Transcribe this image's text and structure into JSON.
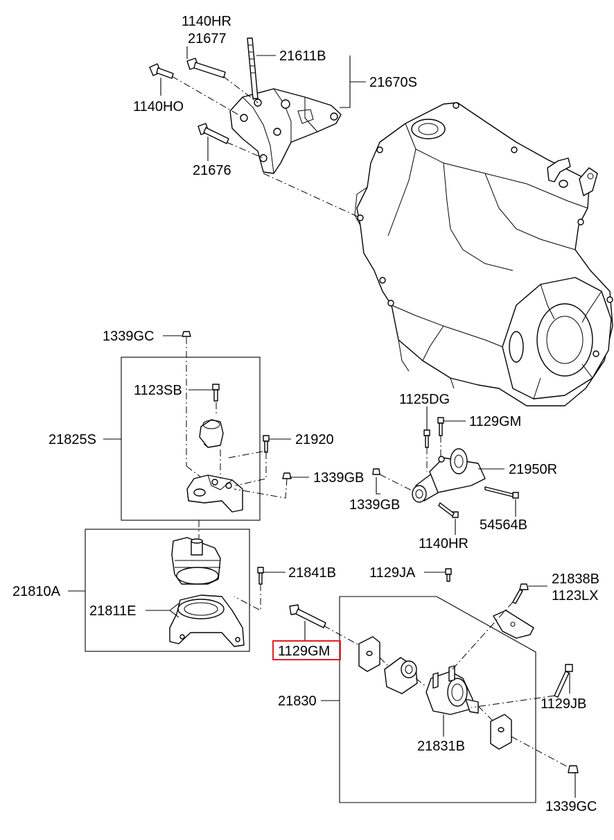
{
  "diagram": {
    "highlight_color": "#e0201e",
    "labels": {
      "l_1140HR_top": "1140HR",
      "l_21677": "21677",
      "l_21611B": "21611B",
      "l_21670S": "21670S",
      "l_1140HO": "1140HO",
      "l_21676": "21676",
      "l_1339GC_a": "1339GC",
      "l_1123SB": "1123SB",
      "l_21825S": "21825S",
      "l_21920": "21920",
      "l_1339GB_a": "1339GB",
      "l_1125DG": "1125DG",
      "l_1129GM_a": "1129GM",
      "l_21950R": "21950R",
      "l_1339GB_b": "1339GB",
      "l_54564B": "54564B",
      "l_1140HR_b": "1140HR",
      "l_21810A": "21810A",
      "l_21841B": "21841B",
      "l_1129JA": "1129JA",
      "l_21838B": "21838B",
      "l_1123LX": "1123LX",
      "l_21811E": "21811E",
      "l_1129GM_b": "1129GM",
      "l_21830": "21830",
      "l_1129JB": "1129JB",
      "l_21831B": "21831B",
      "l_1339GC_b": "1339GC"
    }
  }
}
